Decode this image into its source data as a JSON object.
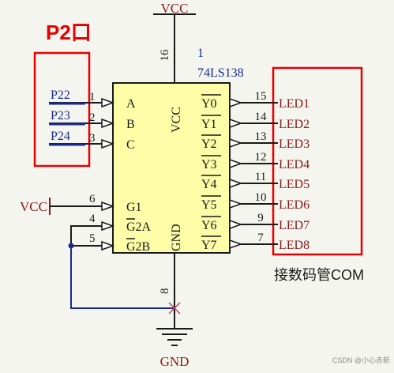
{
  "annotations": {
    "port_title": "P2口",
    "segment_label": "接数码管COM",
    "watermark": "CSDN @小心赤新"
  },
  "chip": {
    "designator": "1",
    "part_number": "74LS138",
    "vcc_label": "VCC",
    "gnd_label": "GND"
  },
  "power": {
    "top_vcc": "VCC",
    "left_vcc": "VCC",
    "bottom_gnd": "GND"
  },
  "inputs": [
    {
      "net": "P22",
      "pin": "1",
      "name": "A"
    },
    {
      "net": "P23",
      "pin": "2",
      "name": "B"
    },
    {
      "net": "P24",
      "pin": "3",
      "name": "C"
    }
  ],
  "enables": [
    {
      "pin": "6",
      "name": "G1"
    },
    {
      "pin": "4",
      "name": "G2A"
    },
    {
      "pin": "5",
      "name": "G2B"
    }
  ],
  "outputs": [
    {
      "name": "Y0",
      "pin": "15",
      "net": "LED1"
    },
    {
      "name": "Y1",
      "pin": "14",
      "net": "LED2"
    },
    {
      "name": "Y2",
      "pin": "13",
      "net": "LED3"
    },
    {
      "name": "Y3",
      "pin": "12",
      "net": "LED4"
    },
    {
      "name": "Y4",
      "pin": "11",
      "net": "LED5"
    },
    {
      "name": "Y5",
      "pin": "10",
      "net": "LED6"
    },
    {
      "name": "Y6",
      "pin": "9",
      "net": "LED7"
    },
    {
      "name": "Y7",
      "pin": "7",
      "net": "LED8"
    }
  ],
  "power_pins": {
    "vcc": "16",
    "gnd": "8"
  },
  "colors": {
    "wire": "#1a1a1a",
    "net_label": "#8b1a1a",
    "pin_number": "#1a1a1a",
    "chip_fill": "#fdfda8",
    "power_label": "#8b1a1a",
    "highlight_box": "#e60000",
    "blue_wire": "#1a2a8c",
    "input_net": "#1a2a8c"
  }
}
